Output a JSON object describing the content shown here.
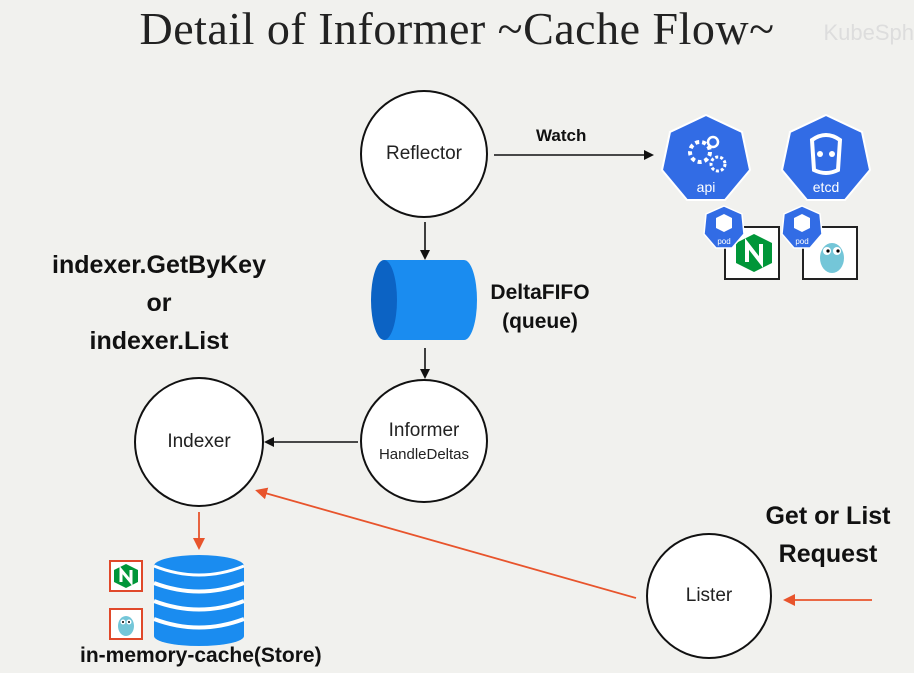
{
  "title": "Detail of Informer ~Cache Flow~",
  "watermark": "KubeSph",
  "nodes": {
    "reflector": "Reflector",
    "informer": "Informer",
    "informer_sub": "HandleDeltas",
    "indexer": "Indexer",
    "lister": "Lister"
  },
  "labels": {
    "watch": "Watch",
    "deltafifo": "DeltaFIFO",
    "deltafifo_sub": "(queue)",
    "indexer_get": "indexer.GetByKey",
    "indexer_or": "or",
    "indexer_list": "indexer.List",
    "request_line1": "Get or List",
    "request_line2": "Request",
    "store": "in-memory-cache(Store)"
  },
  "icons": {
    "api": "api",
    "etcd": "etcd",
    "pod": "pod"
  },
  "colors": {
    "k8s_blue": "#326ce5",
    "cylinder_blue": "#1a8cf0",
    "arrow_red": "#e8542c",
    "nginx_green": "#009639"
  }
}
